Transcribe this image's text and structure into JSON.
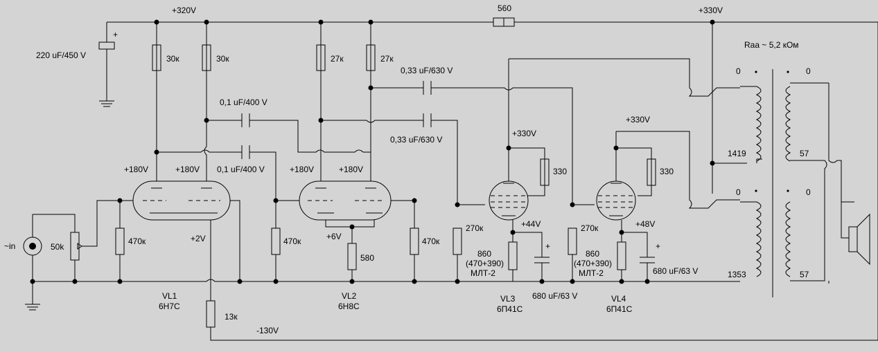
{
  "rails": {
    "b320": "+320V",
    "b330_top": "+330V",
    "b330_vl3": "+330V",
    "b330_vl4": "+330V",
    "neg130": "-130V"
  },
  "capacitors": {
    "c_main": "220 uF/450 V",
    "c01_a": "0,1 uF/400 V",
    "c01_b": "0,1 uF/400 V",
    "c033_a": "0,33 uF/630 V",
    "c033_b": "0,33 uF/630 V",
    "c680_a": "680 uF/63 V",
    "c680_b": "680 uF/63 V",
    "plus": "+"
  },
  "resistors": {
    "r560": "560",
    "r30_a": "30к",
    "r30_b": "30к",
    "r27_a": "27к",
    "r27_b": "27к",
    "r470_a": "470к",
    "r470_b": "470к",
    "r470_c": "470к",
    "r580": "580",
    "r13": "13к",
    "r270_a": "270к",
    "r270_b": "270к",
    "r330_a": "330",
    "r330_b": "330",
    "r860_a": "860",
    "r860_b": "860",
    "r860_sub_a": "(470+390)",
    "r860_sub_b": "(470+390)",
    "r860_type_a": "МЛТ-2",
    "r860_type_b": "МЛТ-2",
    "pot": "50k"
  },
  "voltages": {
    "v180_1": "+180V",
    "v180_2": "+180V",
    "v180_3": "+180V",
    "v180_4": "+180V",
    "v2": "+2V",
    "v6": "+6V",
    "v44": "+44V",
    "v48": "+48V"
  },
  "tubes": {
    "vl1_name": "VL1",
    "vl1_type": "6Н7С",
    "vl2_name": "VL2",
    "vl2_type": "6Н8С",
    "vl3_name": "VL3",
    "vl3_type": "6П41С",
    "vl4_name": "VL4",
    "vl4_type": "6П41С"
  },
  "transformer": {
    "raa": "Raa ~ 5,2 кОм",
    "p_top_zero": "0",
    "s_top_zero": "0",
    "p_bot_zero": "0",
    "s_bot_zero": "0",
    "p_top_turns": "1419",
    "p_bot_turns": "1353",
    "s_top_turns": "57",
    "s_bot_turns": "57"
  },
  "input": {
    "label": "~in"
  }
}
